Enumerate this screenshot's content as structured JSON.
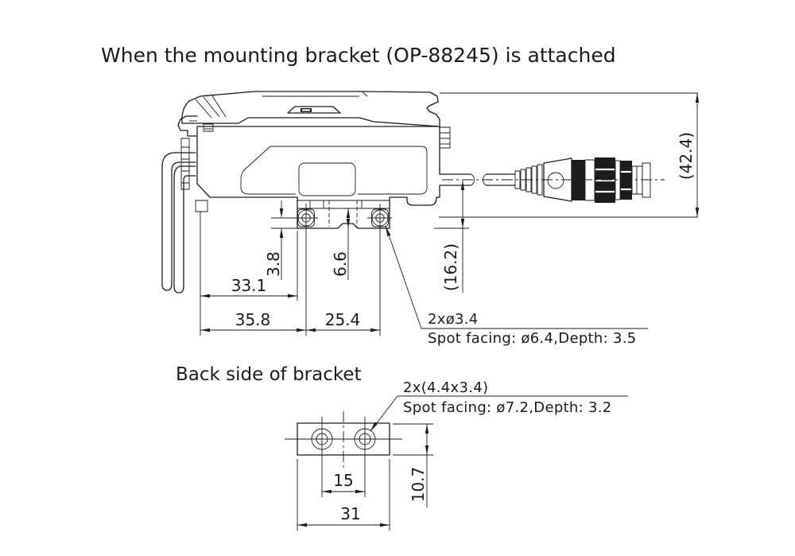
{
  "title": "When the mounting bracket (OP-88245) is attached",
  "back_view_label": "Back side of bracket",
  "colors": {
    "ink": "#1c1c1c",
    "background": "#ffffff"
  },
  "side_view": {
    "dims": {
      "overall_height": "(42.4)",
      "center_to_bracket_bottom": "(16.2)",
      "hole_center_to_bottom": "3.8",
      "seat_to_bottom": "6.6",
      "left_to_bracket_edge": "33.1",
      "left_to_hole_center": "35.8",
      "hole_pitch": "25.4"
    },
    "hole_note_line1": "2xø3.4",
    "hole_note_line2": "Spot facing: ø6.4,Depth: 3.5"
  },
  "back_view": {
    "dims": {
      "hole_pitch": "15",
      "width": "31",
      "height": "10.7"
    },
    "hole_note_line1": "2x(4.4x3.4)",
    "hole_note_line2": "Spot facing: ø7.2,Depth: 3.2"
  }
}
